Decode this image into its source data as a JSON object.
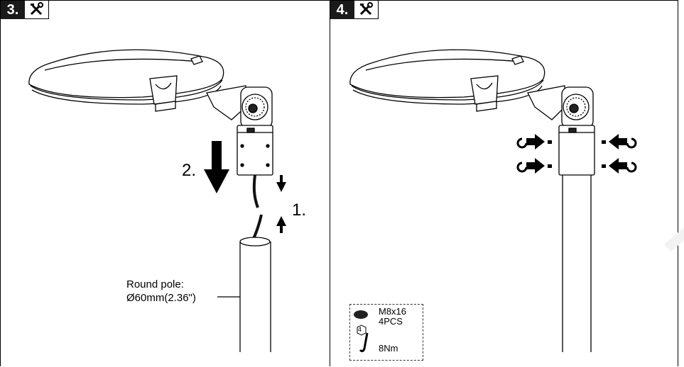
{
  "step3": {
    "number": "3.",
    "tool_icon": "wrench-screwdriver-icon",
    "label_step1": "1.",
    "label_step2": "2.",
    "pole_label_line1": "Round pole:",
    "pole_label_line2": "Ø60mm(2.36\")"
  },
  "step4": {
    "number": "4.",
    "tool_icon": "wrench-screwdriver-icon",
    "screw_size": "M8x16",
    "screw_qty": "4PCS",
    "hex_size": "4",
    "torque": "8Nm"
  }
}
